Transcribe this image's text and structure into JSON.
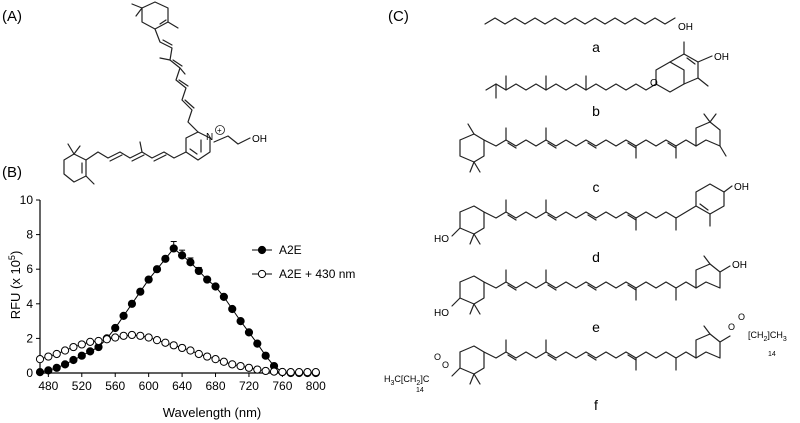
{
  "panels": {
    "a_label": "(A)",
    "b_label": "(B)",
    "c_label": "(C)"
  },
  "panel_a": {
    "atoms": {
      "hydroxyl": "OH",
      "nitrogen": "N",
      "charge": "+"
    }
  },
  "chart_data": {
    "type": "scatter",
    "xlabel": "Wavelength (nm)",
    "ylabel": "RFU (x 10",
    "ylabel_exp": "5",
    "ylabel_close": ")",
    "xlim": [
      470,
      805
    ],
    "ylim": [
      0,
      10
    ],
    "xticks": [
      480,
      520,
      560,
      600,
      640,
      680,
      720,
      760,
      800
    ],
    "yticks": [
      0,
      2,
      4,
      6,
      8,
      10
    ],
    "legend_position": "right",
    "series": [
      {
        "name": "A2E",
        "marker": "filled-circle",
        "x": [
          470,
          480,
          490,
          500,
          510,
          520,
          530,
          540,
          550,
          560,
          570,
          580,
          590,
          600,
          610,
          620,
          630,
          640,
          650,
          660,
          670,
          680,
          690,
          700,
          710,
          720,
          730,
          740,
          750,
          760,
          770,
          780,
          790,
          800
        ],
        "y": [
          0.05,
          0.15,
          0.3,
          0.5,
          0.75,
          1.0,
          1.25,
          1.5,
          2.0,
          2.6,
          3.3,
          4.0,
          4.7,
          5.4,
          6.0,
          6.6,
          7.2,
          6.8,
          6.4,
          5.9,
          5.4,
          5.0,
          4.4,
          3.7,
          3.0,
          2.35,
          1.7,
          1.0,
          0.4,
          0.05,
          0.0,
          0.0,
          0.0,
          0.0
        ],
        "error": [
          0,
          0,
          0,
          0,
          0,
          0,
          0,
          0,
          0,
          0,
          0,
          0,
          0,
          0,
          0,
          0,
          0.4,
          0.3,
          0.25,
          0.2,
          0,
          0,
          0,
          0,
          0,
          0,
          0,
          0,
          0,
          0,
          0,
          0,
          0,
          0
        ]
      },
      {
        "name": "A2E + 430 nm",
        "marker": "open-circle",
        "x": [
          470,
          480,
          490,
          500,
          510,
          520,
          530,
          540,
          550,
          560,
          570,
          580,
          590,
          600,
          610,
          620,
          630,
          640,
          650,
          660,
          670,
          680,
          690,
          700,
          710,
          720,
          730,
          740,
          750,
          760,
          770,
          780,
          790,
          800
        ],
        "y": [
          0.8,
          0.95,
          1.1,
          1.3,
          1.5,
          1.65,
          1.8,
          1.85,
          1.95,
          2.05,
          2.15,
          2.2,
          2.15,
          2.05,
          1.9,
          1.75,
          1.6,
          1.45,
          1.3,
          1.1,
          0.95,
          0.8,
          0.65,
          0.5,
          0.4,
          0.3,
          0.2,
          0.12,
          0.08,
          0.06,
          0.05,
          0.05,
          0.05,
          0.05
        ],
        "error": [
          0,
          0,
          0,
          0,
          0,
          0,
          0,
          0,
          0,
          0,
          0,
          0,
          0,
          0,
          0,
          0,
          0,
          0.15,
          0,
          0,
          0,
          0,
          0,
          0,
          0,
          0,
          0,
          0,
          0,
          0,
          0,
          0,
          0,
          0
        ]
      }
    ]
  },
  "panel_c": {
    "structures": [
      {
        "label": "a",
        "hydroxyl": "OH"
      },
      {
        "label": "b",
        "hydroxyl": "OH",
        "ring_oxygen": "O"
      },
      {
        "label": "c"
      },
      {
        "label": "d",
        "hydroxyl_left": "HO",
        "hydroxyl_right": "OH"
      },
      {
        "label": "e",
        "hydroxyl_left": "HO",
        "hydroxyl_right": "OH"
      },
      {
        "label": "f",
        "ester_o": "O",
        "chain_left_a": "H",
        "chain_left_b": "C",
        "chain_left_c": "[CH",
        "chain_left_d": "]",
        "chain_left_e": "C",
        "chain_sub": "3",
        "chain_sub2": "2",
        "chain_count": "14",
        "chain_right_a": "[CH",
        "chain_right_b": "]",
        "chain_right_c": "CH"
      }
    ]
  }
}
